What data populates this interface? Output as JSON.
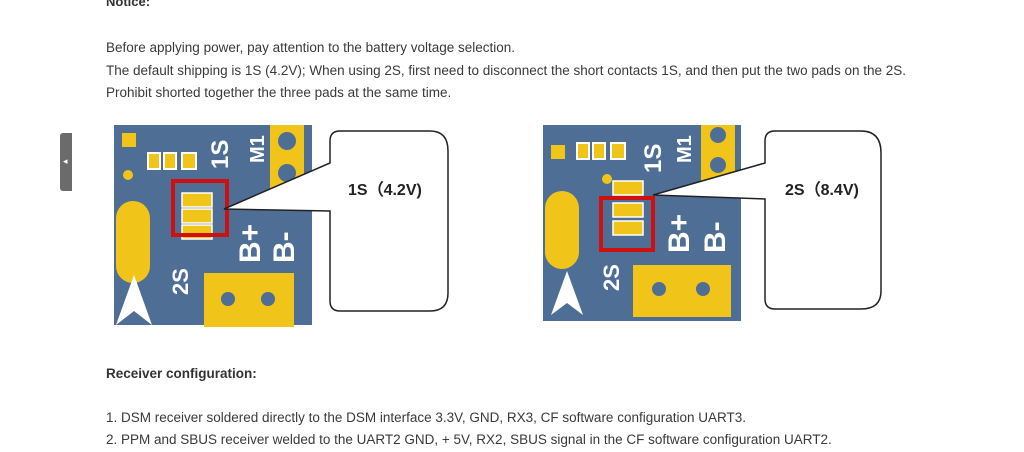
{
  "notice": {
    "title": "Notice:",
    "lines": [
      "Before applying power, pay attention to the battery voltage selection.",
      "The default shipping is 1S (4.2V); When using 2S, first need to disconnect the short contacts 1S, and then put the two pads on the 2S.",
      "Prohibit shorted together the three pads at the same time."
    ]
  },
  "figures": {
    "left": {
      "callout": "1S（4.2V)",
      "pad_top": "1S",
      "pad_bottom": "2S",
      "motor": "M1",
      "bplus": "B+",
      "bminus": "B-",
      "icon": "pcb-board-icon"
    },
    "right": {
      "callout": "2S（8.4V)",
      "pad_top": "1S",
      "pad_bottom": "2S",
      "motor": "M1",
      "bplus": "B+",
      "bminus": "B-",
      "icon": "pcb-board-icon"
    }
  },
  "receiver": {
    "title": "Receiver configuration:",
    "items": [
      "1. DSM receiver soldered directly to the DSM interface 3.3V, GND, RX3, CF software configuration UART3.",
      "2. PPM and SBUS receiver welded to the UART2 GND, + 5V, RX2, SBUS signal in the CF software configuration UART2."
    ]
  },
  "side_tab": {
    "icon": "chevron-left-icon",
    "glyph": "◂"
  },
  "colors": {
    "board": "#4f6e96",
    "pad": "#f0c419",
    "highlight": "#d01010",
    "text": "#3a3a3a"
  }
}
